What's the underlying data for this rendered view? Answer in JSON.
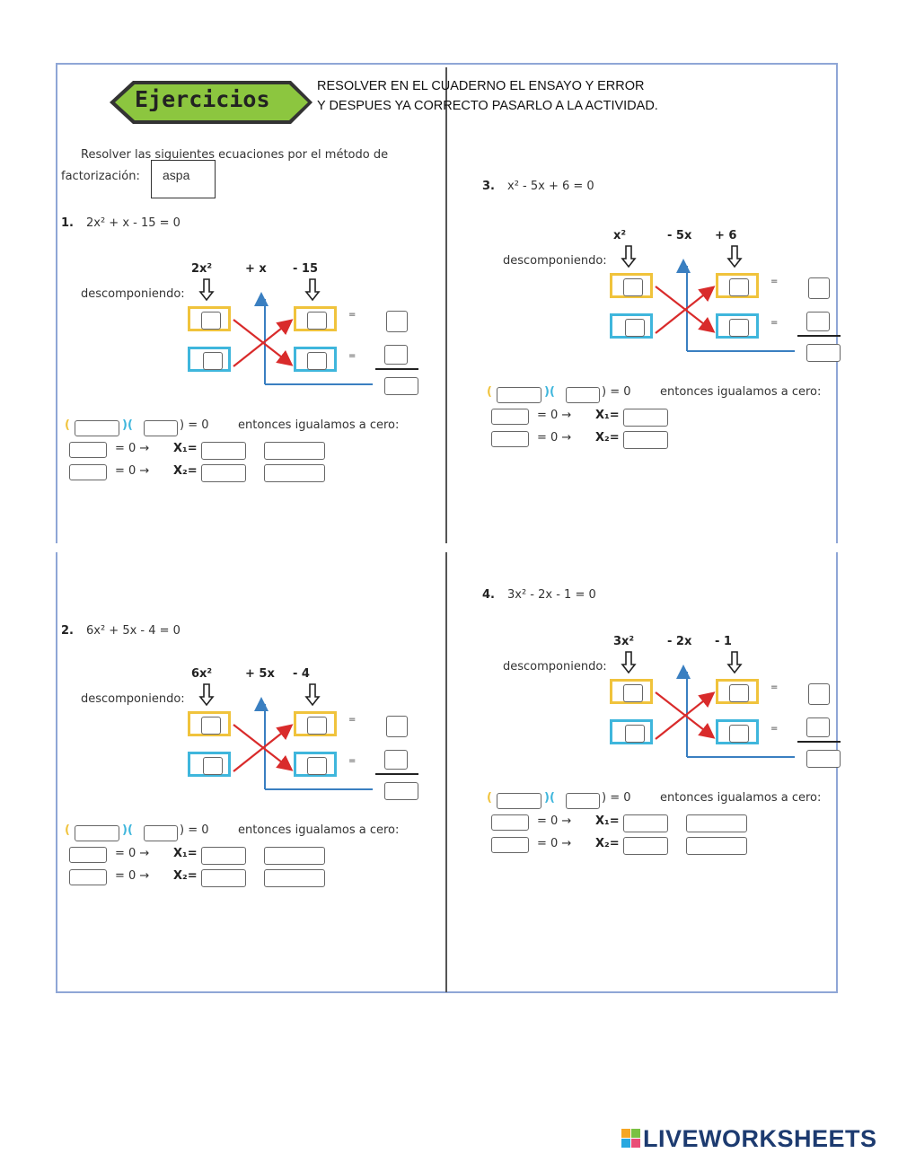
{
  "header": {
    "badge": "Ejercicios",
    "note_line1": "RESOLVER EN EL CUADERNO EL ENSAYO Y ERROR",
    "note_line2": "Y DESPUES YA CORRECTO PASARLO A LA ACTIVIDAD."
  },
  "instructions": {
    "line1": "Resolver las siguientes ecuaciones por el método de",
    "line2": "factorización:",
    "method_value": "aspa"
  },
  "labels": {
    "descomponiendo": "descomponiendo:",
    "equals": "=",
    "open_paren": "(",
    "mid_paren": ")(",
    "close_eq": ") = 0",
    "entonces": "entonces igualamos a cero:",
    "eq_zero_arrow": "= 0  →",
    "x1": "X₁=",
    "x2": "X₂="
  },
  "exercises": [
    {
      "number": "1.",
      "equation": "2x² + x - 15 = 0",
      "terms": [
        "2x²",
        "+ x",
        "- 15"
      ]
    },
    {
      "number": "2.",
      "equation": "6x² + 5x - 4 = 0",
      "terms": [
        "6x²",
        "+ 5x",
        "- 4"
      ]
    },
    {
      "number": "3.",
      "equation": "x² - 5x + 6 = 0",
      "terms": [
        "x²",
        "- 5x",
        "+ 6"
      ]
    },
    {
      "number": "4.",
      "equation": "3x² - 2x - 1 = 0",
      "terms": [
        "3x²",
        "- 2x",
        "- 1"
      ]
    }
  ],
  "footer": {
    "brand": "LIVEWORKSHEETS"
  },
  "colors": {
    "badge_green": "#8cc63f",
    "yellow": "#f0c33c",
    "cyan": "#3fb6dc",
    "red_arrow": "#d92b2b",
    "axis_blue": "#3a7fc1",
    "brand": "#1d3b70"
  }
}
